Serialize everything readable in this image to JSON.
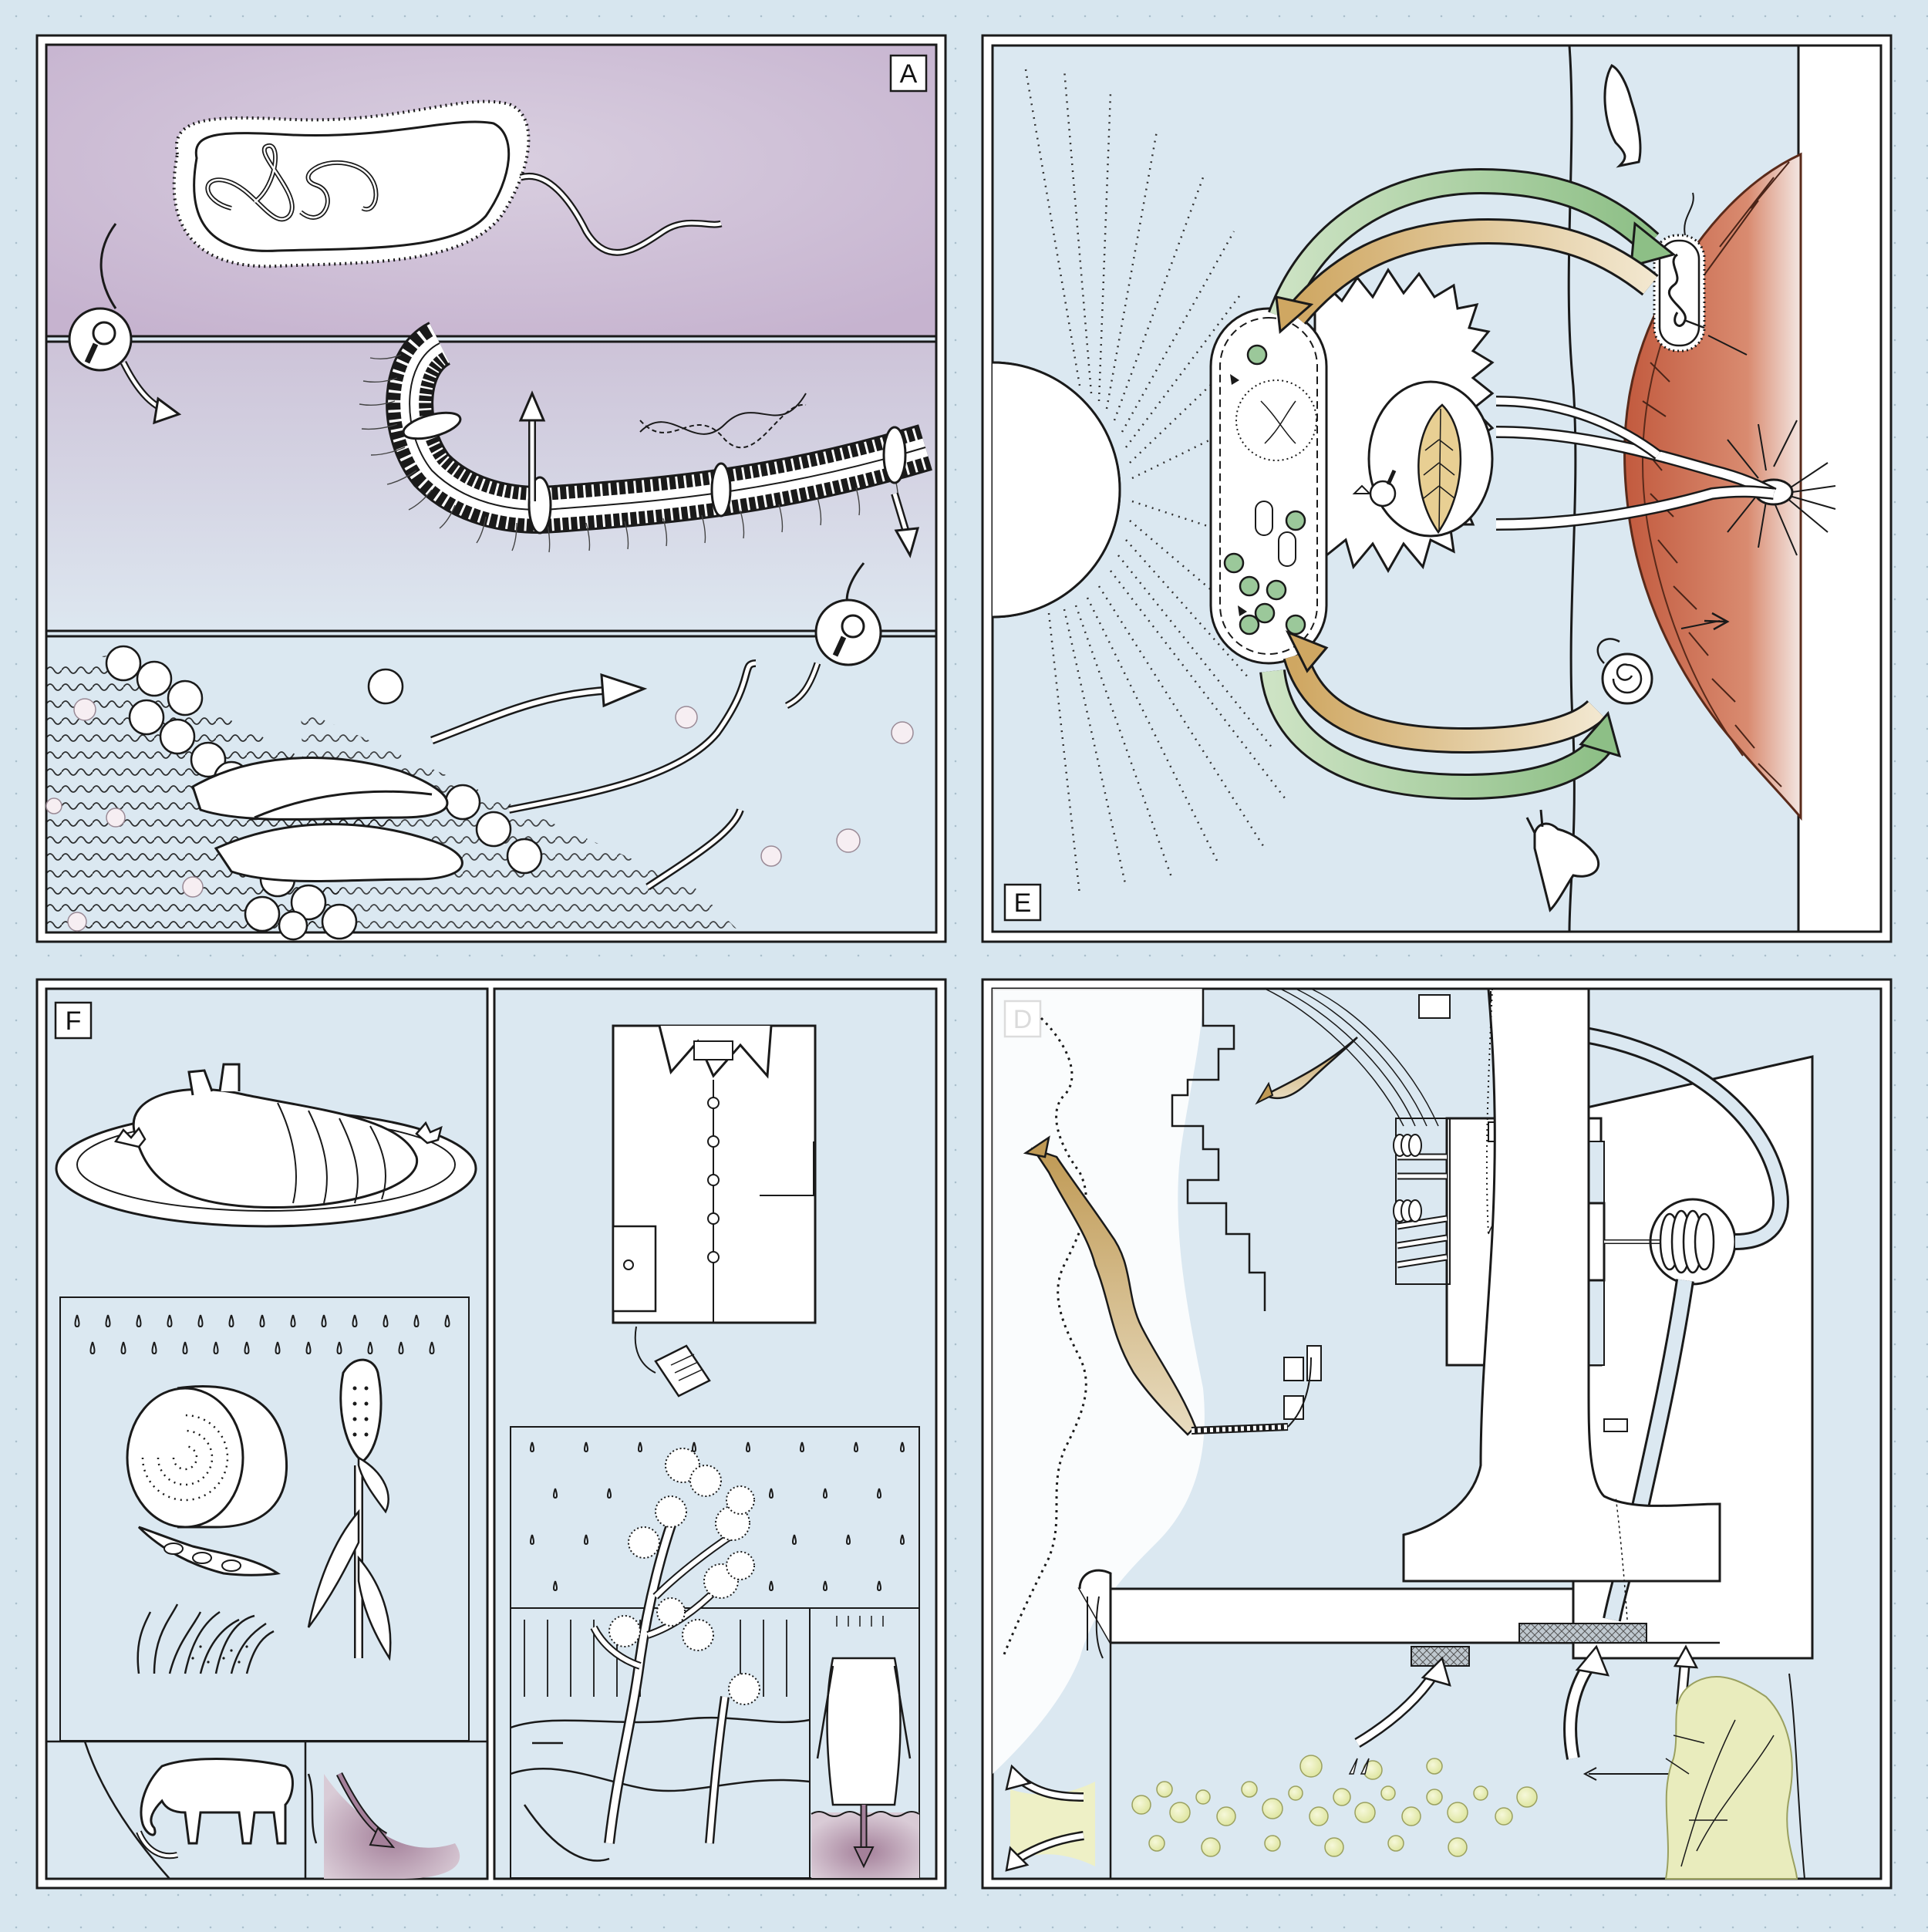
{
  "panels": [
    {
      "id": "A",
      "label": "A",
      "theme": "microbe-membrane"
    },
    {
      "id": "E",
      "label": "E",
      "theme": "ecosystem-energy-cycle"
    },
    {
      "id": "F",
      "label": "F",
      "theme": "food-and-textile-agriculture"
    },
    {
      "id": "D",
      "label": "D",
      "theme": "industrial-water-energy"
    }
  ],
  "icons": {
    "magnifier": "magnifier-icon",
    "sun": "sun-icon",
    "leaf": "leaf-icon",
    "fish": "fish-icon",
    "rabbit": "rabbit-icon",
    "snail": "snail-icon",
    "shirt": "shirt-icon",
    "cow": "cow-icon",
    "corn": "corn-icon",
    "cotton": "cotton-plant-icon"
  },
  "colors": {
    "background": "#d7e6ef",
    "panel_fill": "#dbe8f1",
    "line": "#1a1a1a",
    "lilac_texture": "#cdbdd3",
    "green_arrow": "#9fc79a",
    "tan_arrow": "#d6b57a",
    "soil_red": "#c06a4e",
    "bubble_yellow": "#e6ecb0",
    "smoke_tan": "#c9aa6d",
    "puddle_purple": "#a8849b"
  }
}
